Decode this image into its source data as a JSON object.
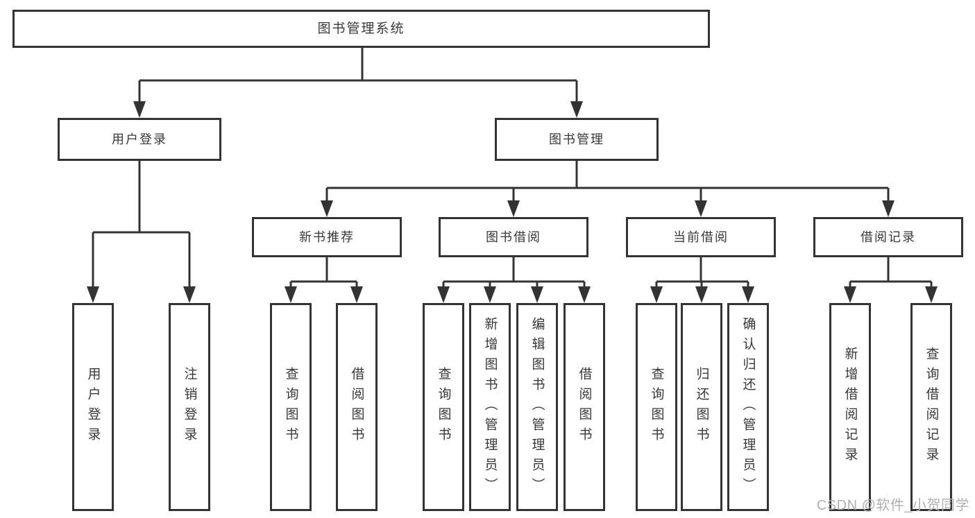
{
  "diagram_type": "functional-structure-tree",
  "tree": {
    "label": "图书管理系统",
    "children": [
      {
        "label": "用户登录",
        "children": [
          {
            "label": "用户登录"
          },
          {
            "label": "注销登录"
          }
        ]
      },
      {
        "label": "图书管理",
        "children": [
          {
            "label": "新书推荐",
            "children": [
              {
                "label": "查询图书"
              },
              {
                "label": "借阅图书"
              }
            ]
          },
          {
            "label": "图书借阅",
            "children": [
              {
                "label": "查询图书"
              },
              {
                "label": "新增图书（管理员）"
              },
              {
                "label": "编辑图书（管理员）"
              },
              {
                "label": "借阅图书"
              }
            ]
          },
          {
            "label": "当前借阅",
            "children": [
              {
                "label": "查询图书"
              },
              {
                "label": "归还图书"
              },
              {
                "label": "确认归还（管理员）"
              }
            ]
          },
          {
            "label": "借阅记录",
            "children": [
              {
                "label": "新增借阅记录"
              },
              {
                "label": "查询借阅记录"
              }
            ]
          }
        ]
      }
    ]
  },
  "watermark": "CSDN @软件_小贺同学",
  "colors": {
    "line": "#333333",
    "text": "#383838",
    "background": "#ffffff",
    "watermark": "#b0b0b0"
  }
}
